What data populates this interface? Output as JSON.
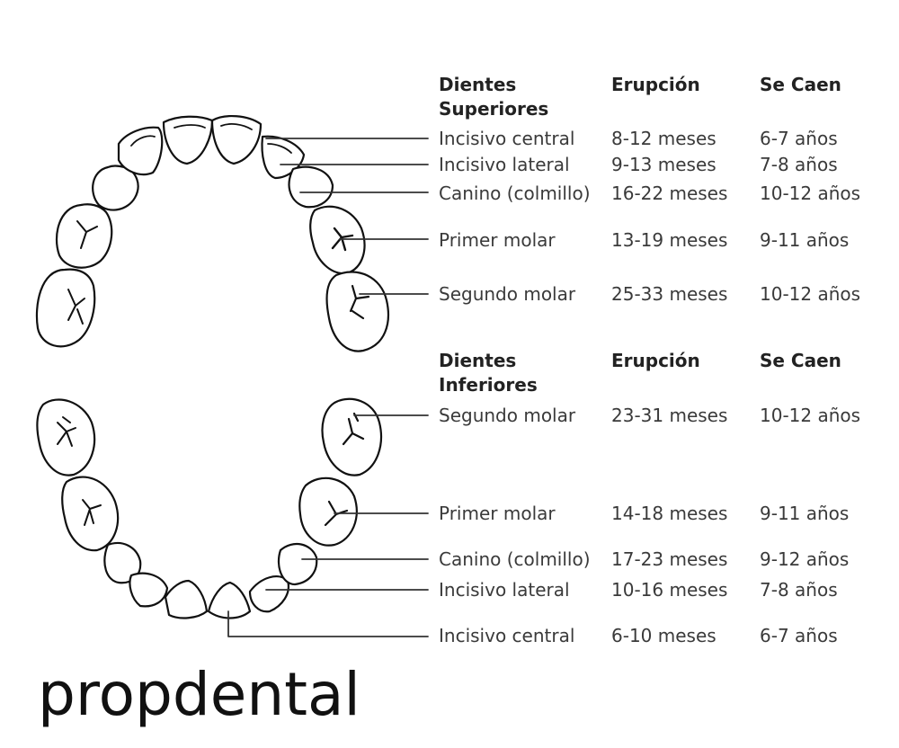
{
  "upper": {
    "header": {
      "teeth": "Dientes Superiores",
      "eruption": "Erupción",
      "shed": "Se Caen"
    },
    "rows": [
      {
        "name": "Incisivo central",
        "eruption": "8-12 meses",
        "shed": "6-7 años"
      },
      {
        "name": "Incisivo lateral",
        "eruption": "9-13 meses",
        "shed": "7-8 años"
      },
      {
        "name": "Canino (colmillo)",
        "eruption": "16-22 meses",
        "shed": "10-12 años"
      },
      {
        "name": "Primer molar",
        "eruption": "13-19 meses",
        "shed": "9-11 años"
      },
      {
        "name": "Segundo molar",
        "eruption": "25-33 meses",
        "shed": "10-12 años"
      }
    ]
  },
  "lower": {
    "header": {
      "teeth": "Dientes Inferiores",
      "eruption": "Erupción",
      "shed": "Se Caen"
    },
    "rows": [
      {
        "name": "Segundo molar",
        "eruption": "23-31 meses",
        "shed": "10-12 años"
      },
      {
        "name": "Primer molar",
        "eruption": "14-18 meses",
        "shed": "9-11 años"
      },
      {
        "name": "Canino (colmillo)",
        "eruption": "17-23 meses",
        "shed": "9-12 años"
      },
      {
        "name": "Incisivo lateral",
        "eruption": "10-16 meses",
        "shed": "7-8 años"
      },
      {
        "name": "Incisivo central",
        "eruption": "6-10 meses",
        "shed": "6-7 años"
      }
    ]
  },
  "brand": "propdental"
}
